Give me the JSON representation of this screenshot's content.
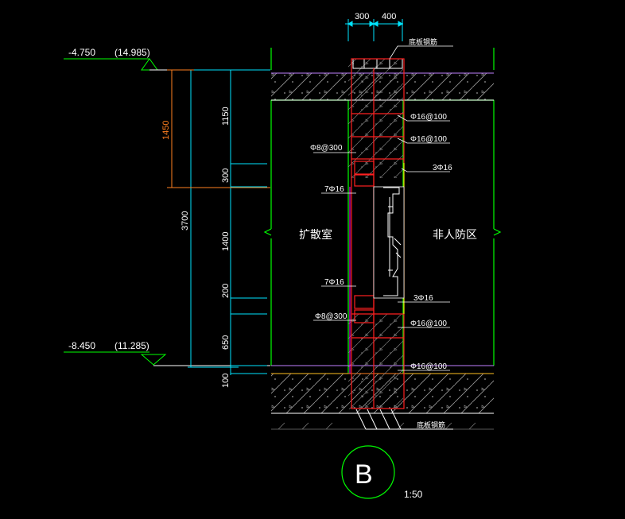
{
  "dimensions": {
    "top_widths": [
      "300",
      "400"
    ],
    "left_vertical": [
      "1150",
      "300",
      "1400",
      "200",
      "650",
      "100"
    ],
    "total_height": "3700",
    "orange_span": "1450"
  },
  "elevations": {
    "top": {
      "level": "-4.750",
      "absolute": "(14.985)"
    },
    "bottom": {
      "level": "-8.450",
      "absolute": "(11.285)"
    }
  },
  "rooms": {
    "left": "扩散室",
    "right": "非人防区"
  },
  "rebar_labels": {
    "top_bar": "底板钢筋",
    "bottom_bar": "底板钢筋",
    "r_top_1": "Φ16@100",
    "r_top_2": "Φ16@100",
    "r_3phi16_top": "3Φ16",
    "l_phi8_top": "Φ8@300",
    "l_7phi16_top": "7Φ16",
    "l_7phi16_bot": "7Φ16",
    "r_3phi16_bot": "3Φ16",
    "l_phi8_bot": "Φ8@300",
    "r_bot_1": "Φ16@100",
    "r_bot_2": "Φ16@100"
  },
  "section": {
    "mark": "B",
    "scale": "1:50"
  },
  "colors": {
    "background": "#000000",
    "text": "#ffffff",
    "dimension": "#00e5ff",
    "highlight": "#ff7f1f",
    "wall": "#00ff00",
    "rebar": "#ff2020",
    "magenta": "#ff00ff",
    "yellow": "#ffff00",
    "slab_line": "#c080ff"
  }
}
